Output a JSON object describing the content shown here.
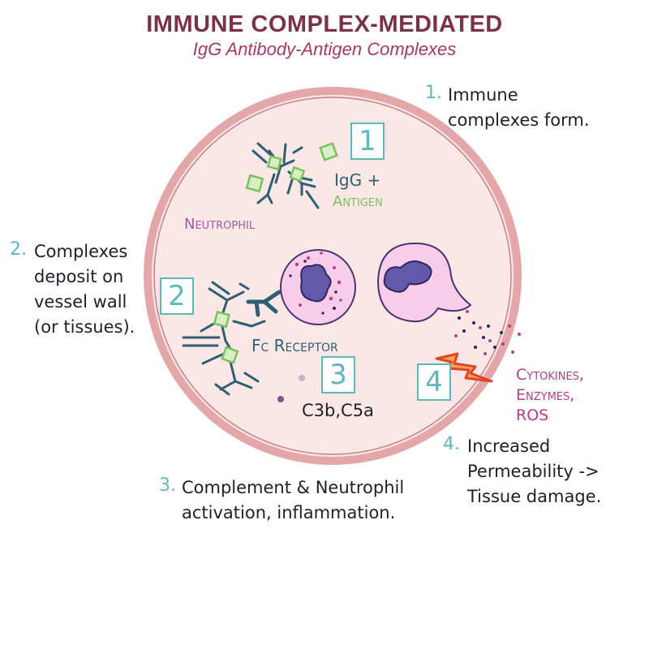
{
  "title": "IMMUNE COMPLEX-MEDIATED",
  "subtitle": "IgG Antibody-Antigen Complexes",
  "steps": [
    {
      "num": "1.",
      "lines": [
        "Immune",
        "complexes form."
      ]
    },
    {
      "num": "2.",
      "lines": [
        "Complexes",
        "deposit on",
        "vessel wall",
        "(or tissues)."
      ]
    },
    {
      "num": "3.",
      "lines": [
        "Complement & Neutrophil",
        "activation, inflammation."
      ]
    },
    {
      "num": "4.",
      "lines": [
        "Increased",
        "Permeability ->",
        "Tissue damage."
      ]
    }
  ],
  "boxes": [
    "1",
    "2",
    "3",
    "4"
  ],
  "labels": {
    "igg": "IgG +",
    "antigen": "Antigen",
    "neutrophil": "Neutrophil",
    "fc_receptor": "Fc Receptor",
    "complement": "C3b,C5a",
    "cytokines": [
      "Cytokines,",
      "Enzymes,",
      "ROS"
    ]
  },
  "colors": {
    "title": "#7a3346",
    "subtitle": "#a63a63",
    "vessel_fill": "#fbe8e6",
    "vessel_ring": "#e3a7aa",
    "antibody": "#2e5f73",
    "antigen": "#7cc060",
    "box": "#5fb6bb",
    "cell": "#f7cdea",
    "nucleus": "#6459a8",
    "lightning": "#e0452a",
    "cytokine_text": "#b43c86"
  }
}
